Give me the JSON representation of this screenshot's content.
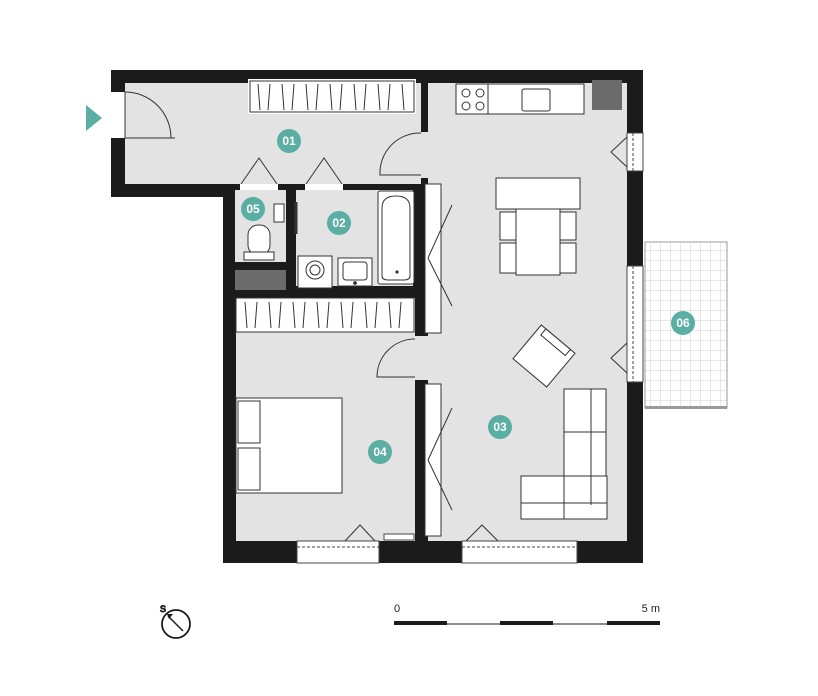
{
  "colors": {
    "wall": "#1b1b1b",
    "floor": "#e3e3e3",
    "balcony": "#ffffff",
    "accent": "#5aaea3",
    "line": "#333333",
    "storage": "#6b6b6b"
  },
  "rooms": [
    {
      "id": "01",
      "label": "01"
    },
    {
      "id": "02",
      "label": "02"
    },
    {
      "id": "03",
      "label": "03"
    },
    {
      "id": "04",
      "label": "04"
    },
    {
      "id": "05",
      "label": "05"
    },
    {
      "id": "06",
      "label": "06"
    }
  ],
  "entrance_marker": "triangle-entrance-icon",
  "compass": {
    "label": "S",
    "icon": "compass-icon"
  },
  "scale_bar": {
    "start_label": "0",
    "end_label": "5 m"
  }
}
